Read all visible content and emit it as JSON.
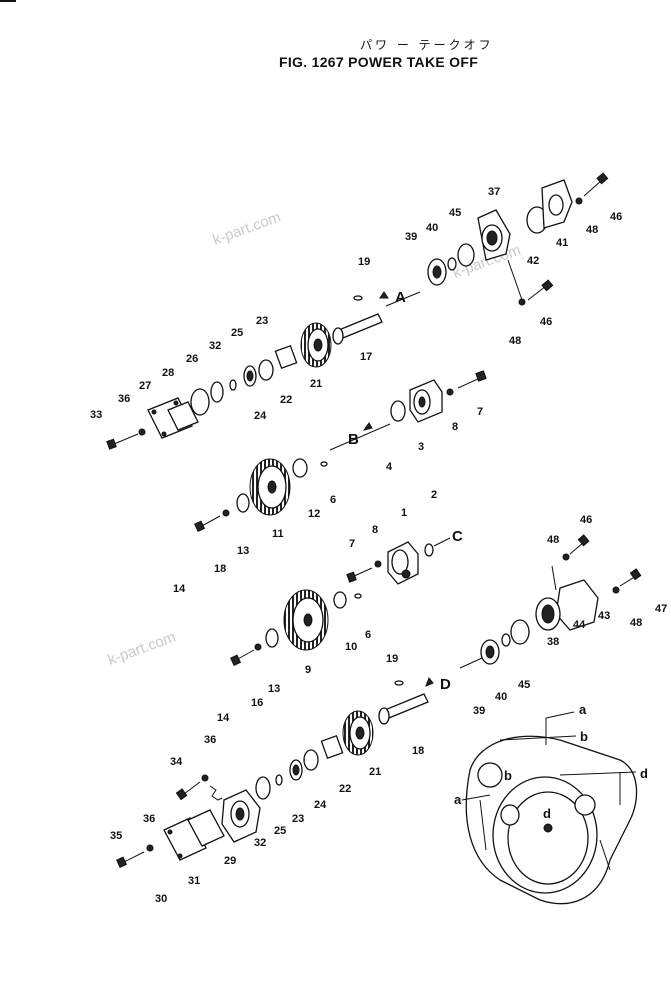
{
  "figure": {
    "title_jp": "パワ ー テークオフ",
    "title": "FIG. 1267  POWER TAKE OFF"
  },
  "watermark": "k-part.com",
  "section_refs": [
    "A",
    "B",
    "C",
    "D"
  ],
  "housing_refs": [
    "a",
    "b",
    "d",
    "a",
    "b",
    "d"
  ],
  "part_numbers": [
    "19",
    "17",
    "37",
    "40",
    "45",
    "39",
    "42",
    "41",
    "48",
    "46",
    "46",
    "48",
    "23",
    "25",
    "32",
    "26",
    "28",
    "27",
    "36",
    "33",
    "24",
    "22",
    "21",
    "7",
    "8",
    "3",
    "4",
    "6",
    "12",
    "11",
    "13",
    "18",
    "14",
    "2",
    "1",
    "7",
    "8",
    "46",
    "48",
    "47",
    "48",
    "43",
    "44",
    "38",
    "10",
    "6",
    "9",
    "13",
    "16",
    "14",
    "19",
    "18",
    "39",
    "40",
    "45",
    "36",
    "34",
    "21",
    "22",
    "24",
    "23",
    "25",
    "32",
    "29",
    "36",
    "35",
    "30",
    "31"
  ]
}
